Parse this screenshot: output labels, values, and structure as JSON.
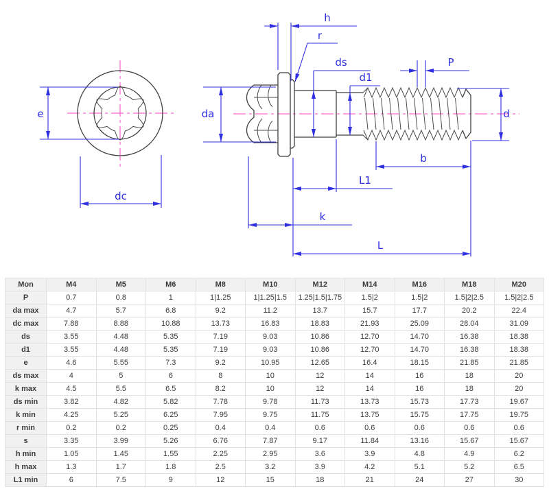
{
  "drawing": {
    "labels": {
      "h": "h",
      "r": "r",
      "ds": "ds",
      "d1": "d1",
      "p": "P",
      "da": "da",
      "d": "d",
      "b": "b",
      "l1": "L1",
      "k": "k",
      "l": "L",
      "e": "e",
      "dc": "dc"
    },
    "colors": {
      "dimension_blue": "#2f2fe2",
      "centerline_pink": "#ff64cf",
      "outline_gray": "#3f3f3f"
    }
  },
  "table": {
    "columns": [
      "Mon",
      "M4",
      "M5",
      "M6",
      "M8",
      "M10",
      "M12",
      "M14",
      "M16",
      "M18",
      "M20"
    ],
    "rows": [
      {
        "label": "P",
        "values": [
          "0.7",
          "0.8",
          "1",
          "1|1.25",
          "1|1.25|1.5",
          "1.25|1.5|1.75",
          "1.5|2",
          "1.5|2",
          "1.5|2|2.5",
          "1.5|2|2.5"
        ]
      },
      {
        "label": "da max",
        "values": [
          "4.7",
          "5.7",
          "6.8",
          "9.2",
          "11.2",
          "13.7",
          "15.7",
          "17.7",
          "20.2",
          "22.4"
        ]
      },
      {
        "label": "dc max",
        "values": [
          "7.88",
          "8.88",
          "10.88",
          "13.73",
          "16.83",
          "18.83",
          "21.93",
          "25.09",
          "28.04",
          "31.09"
        ]
      },
      {
        "label": "ds",
        "values": [
          "3.55",
          "4.48",
          "5.35",
          "7.19",
          "9.03",
          "10.86",
          "12.70",
          "14.70",
          "16.38",
          "18.38"
        ]
      },
      {
        "label": "d1",
        "values": [
          "3.55",
          "4.48",
          "5.35",
          "7.19",
          "9.03",
          "10.86",
          "12.70",
          "14.70",
          "16.38",
          "18.38"
        ]
      },
      {
        "label": "e",
        "values": [
          "4.6",
          "5.55",
          "7.3",
          "9.2",
          "10.95",
          "12.65",
          "16.4",
          "18.15",
          "21.85",
          "21.85"
        ]
      },
      {
        "label": "ds max",
        "values": [
          "4",
          "5",
          "6",
          "8",
          "10",
          "12",
          "14",
          "16",
          "18",
          "20"
        ]
      },
      {
        "label": "k max",
        "values": [
          "4.5",
          "5.5",
          "6.5",
          "8.2",
          "10",
          "12",
          "14",
          "16",
          "18",
          "20"
        ]
      },
      {
        "label": "ds min",
        "values": [
          "3.82",
          "4.82",
          "5.82",
          "7.78",
          "9.78",
          "11.73",
          "13.73",
          "15.73",
          "17.73",
          "19.67"
        ]
      },
      {
        "label": "k min",
        "values": [
          "4.25",
          "5.25",
          "6.25",
          "7.95",
          "9.75",
          "11.75",
          "13.75",
          "15.75",
          "17.75",
          "19.75"
        ]
      },
      {
        "label": "r min",
        "values": [
          "0.2",
          "0.2",
          "0.25",
          "0.4",
          "0.4",
          "0.6",
          "0.6",
          "0.6",
          "0.6",
          "0.6"
        ]
      },
      {
        "label": "s",
        "values": [
          "3.35",
          "3.99",
          "5.26",
          "6.76",
          "7.87",
          "9.17",
          "11.84",
          "13.16",
          "15.67",
          "15.67"
        ]
      },
      {
        "label": "h min",
        "values": [
          "1.05",
          "1.45",
          "1.55",
          "2.25",
          "2.95",
          "3.6",
          "3.9",
          "4.8",
          "4.9",
          "6.2"
        ]
      },
      {
        "label": "h max",
        "values": [
          "1.3",
          "1.7",
          "1.8",
          "2.5",
          "3.2",
          "3.9",
          "4.2",
          "5.1",
          "5.2",
          "6.5"
        ]
      },
      {
        "label": "L1 min",
        "values": [
          "6",
          "7.5",
          "9",
          "12",
          "15",
          "18",
          "21",
          "24",
          "27",
          "30"
        ]
      }
    ]
  }
}
